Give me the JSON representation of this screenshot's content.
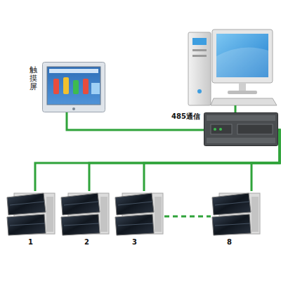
{
  "diagram": {
    "nodes": [
      {
        "text": [
          "触摸屏"
        ]
      },
      {
        "text": [
          "485通信"
        ]
      },
      {
        "text": [
          "1"
        ]
      },
      {
        "text": [
          "2"
        ]
      },
      {
        "text": [
          "3"
        ]
      },
      {
        "text": [
          "8"
        ]
      }
    ],
    "edges": [
      {
        "from": 0,
        "to": 1,
        "arrow": "none"
      },
      {
        "from": 1,
        "to": 2,
        "arrow": "none"
      },
      {
        "from": 1,
        "to": 3,
        "arrow": "none"
      },
      {
        "from": 1,
        "to": 4,
        "arrow": "none"
      },
      {
        "from": 1,
        "to": 5,
        "arrow": "none"
      },
      {
        "from": 4,
        "to": 5,
        "arrow": "none"
      }
    ]
  }
}
